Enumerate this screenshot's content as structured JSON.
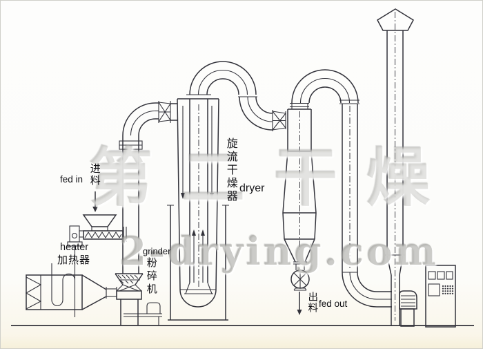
{
  "labels": {
    "feed_in_en": "fed in",
    "feed_in_cn": "进料",
    "heater_en": "heater",
    "heater_cn": "加热器",
    "grinder_en": "grinder",
    "grinder_cn": "粉碎机",
    "dryer_cn": "旋流干燥器",
    "dryer_en": "dryer",
    "feed_out_cn": "出料",
    "feed_out_en": "fed out"
  },
  "watermark": {
    "cn": "第二干燥",
    "en": "2-drying.com"
  },
  "colors": {
    "line": "#32323a",
    "text": "#141418",
    "watermark_gray": "#b0b0aa",
    "background": "#fcfcfa"
  }
}
